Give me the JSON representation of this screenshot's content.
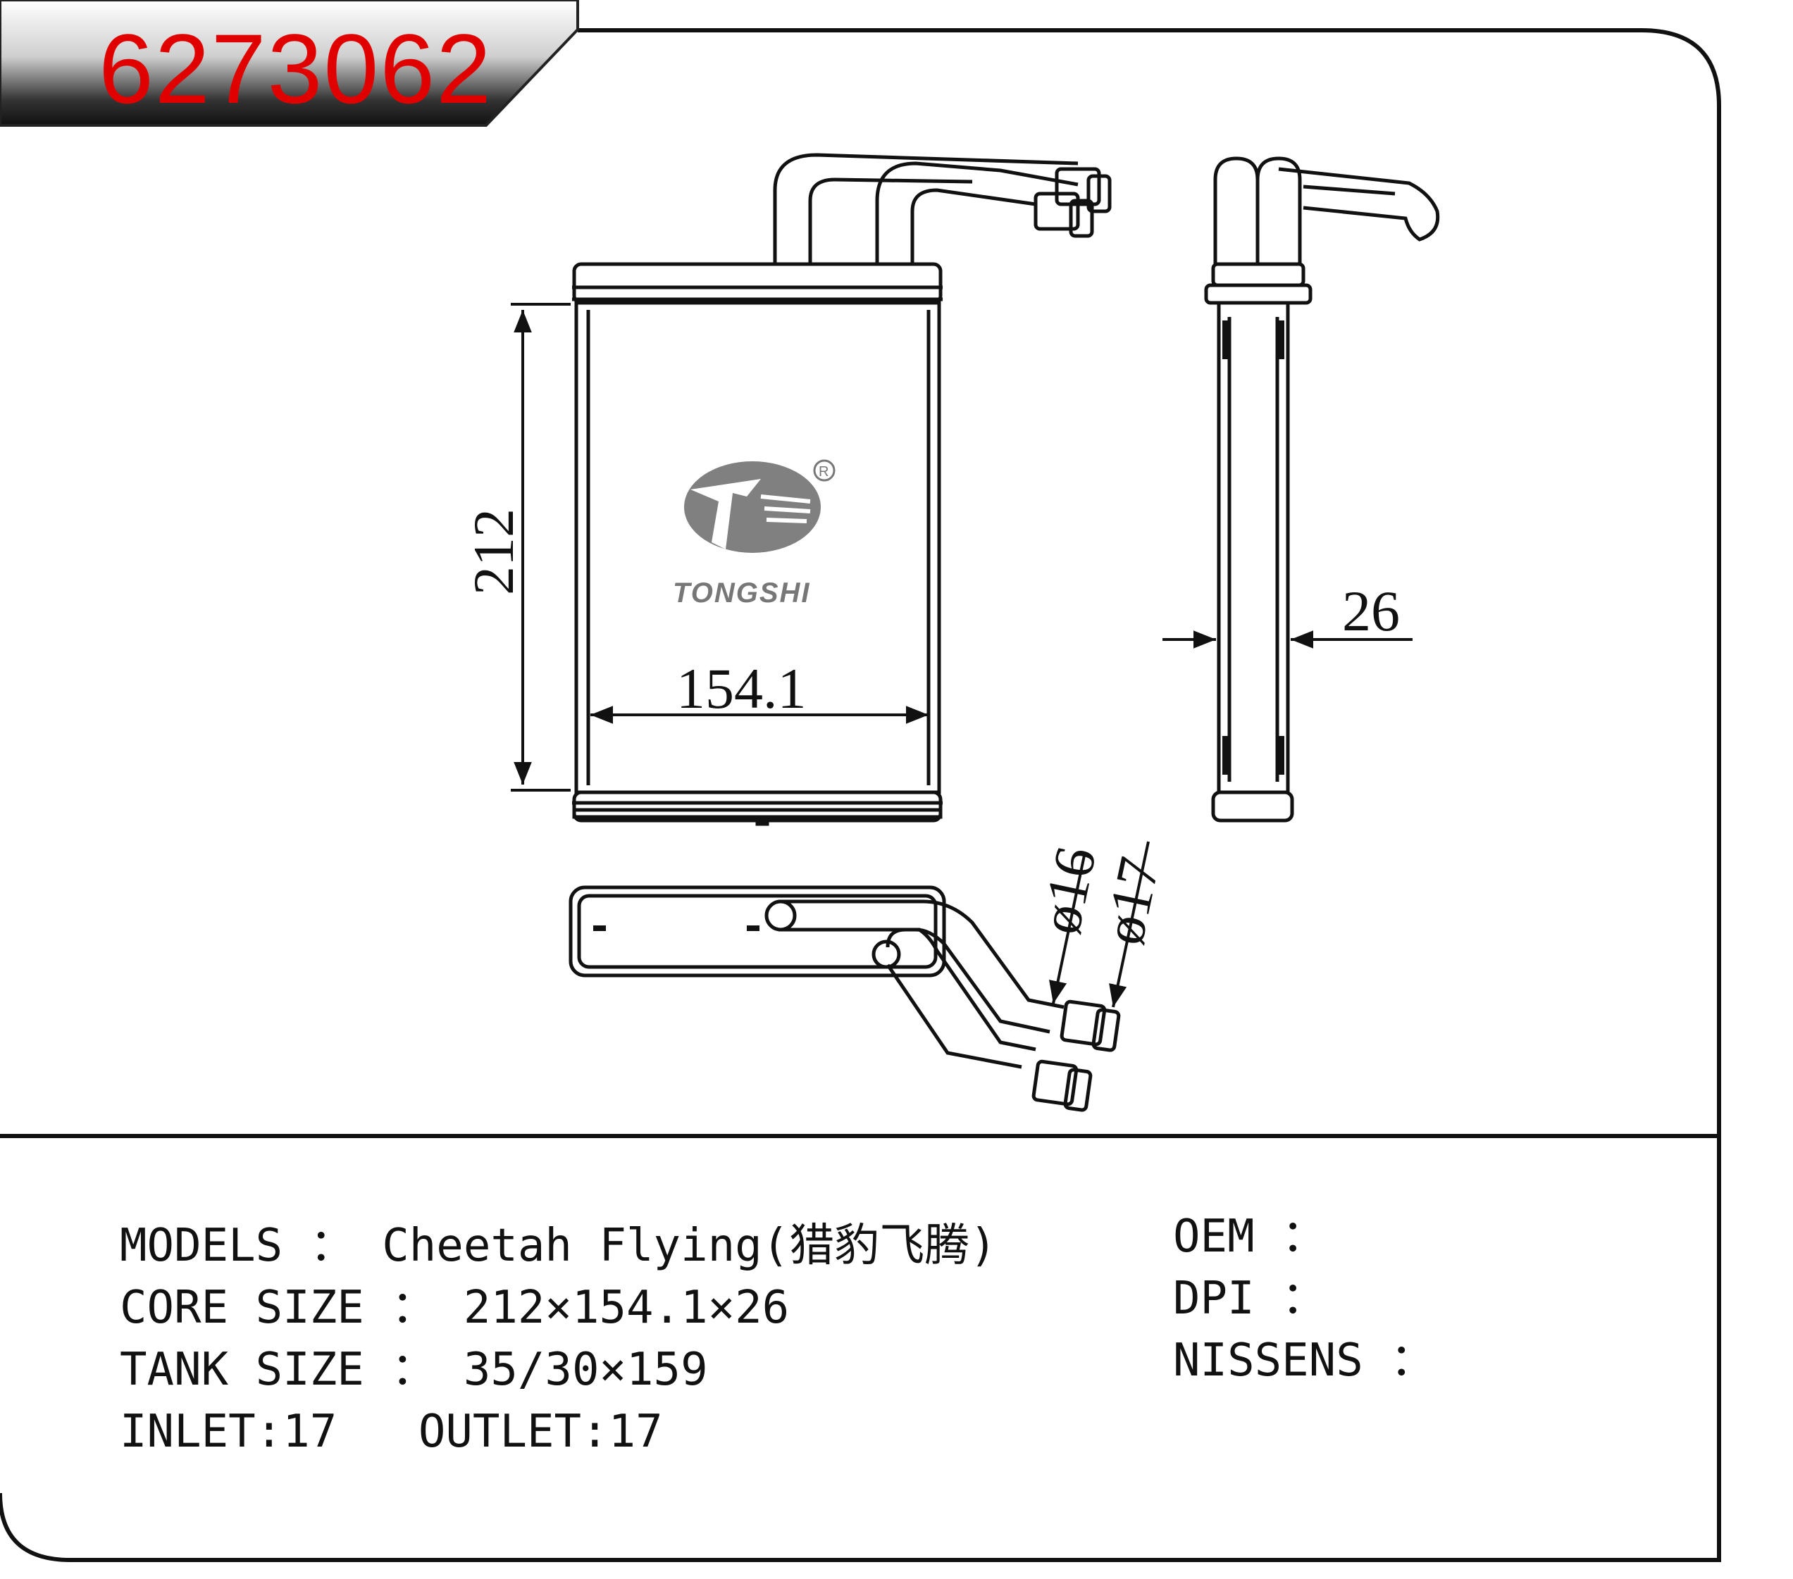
{
  "part_number": "6273062",
  "brand": {
    "name": "TONGSHI",
    "registered_mark": "R"
  },
  "dimensions": {
    "height": "212",
    "width": "154.1",
    "depth": "26",
    "pipe_diameter_1": "ø16",
    "pipe_diameter_2": "ø17"
  },
  "specs": {
    "models": "MODELS ： Cheetah Flying(猎豹飞腾)",
    "core_size": "CORE SIZE ： 212×154.1×26",
    "tank_size": "TANK SIZE ： 35/30×159",
    "inlet_outlet": "INLET:17   OUTLET:17"
  },
  "references": {
    "oem": "OEM ：",
    "dpi": "DPI ：",
    "nissens": "NISSENS ："
  },
  "colors": {
    "part_number": "#e00000",
    "line": "#111111",
    "logo": "#777777"
  }
}
